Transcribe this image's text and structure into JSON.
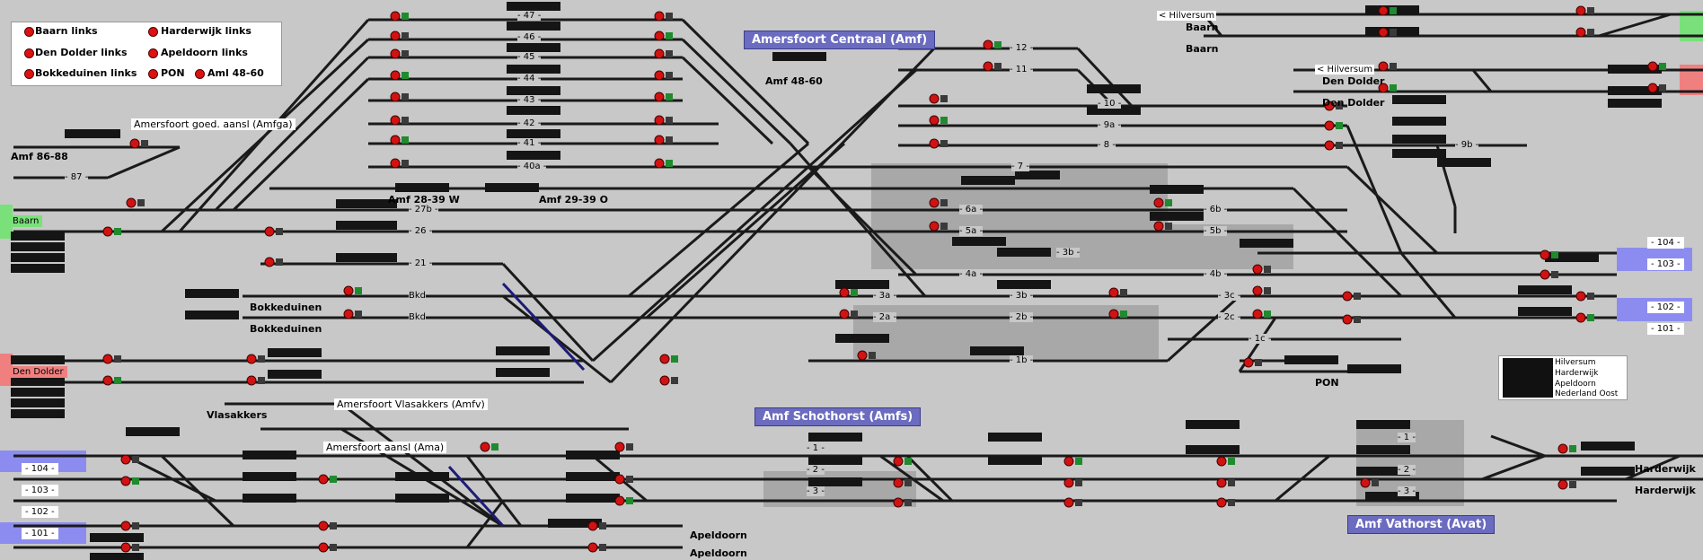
{
  "legend": {
    "items": [
      {
        "label": "Baarn links"
      },
      {
        "label": "Harderwijk links"
      },
      {
        "label": "Den Dolder links"
      },
      {
        "label": "Apeldoorn links"
      },
      {
        "label": "Bokkeduinen links"
      },
      {
        "label": "PON"
      },
      {
        "label": "Aml 48-60"
      }
    ]
  },
  "stations": {
    "amf": "Amersfoort Centraal (Amf)",
    "amfs": "Amf Schothorst (Amfs)",
    "avat": "Amf Vathorst (Avat)"
  },
  "yard_labels": {
    "amfga": "Amersfoort goed. aansl (Amfga)",
    "amfv": "Amersfoort Vlasakkers (Amfv)",
    "ama": "Amersfoort aansl (Ama)"
  },
  "locations": {
    "amf_86_88": "Amf 86-88",
    "amf_28_39_w": "Amf 28-39 W",
    "amf_29_39_o": "Amf 29-39 O",
    "amf_48_60": "Amf 48-60",
    "bokkeduinen_1": "Bokkeduinen",
    "bokkeduinen_2": "Bokkeduinen",
    "vlasakkers": "Vlasakkers",
    "pon": "PON",
    "baarn_1": "Baarn",
    "baarn_2": "Baarn",
    "den_dolder_1": "Den Dolder",
    "den_dolder_2": "Den Dolder",
    "apeldoorn_1": "Apeldoorn",
    "apeldoorn_2": "Apeldoorn",
    "harderwijk_1": "Harderwijk",
    "harderwijk_2": "Harderwijk",
    "hilversum_1": "< Hilversum",
    "hilversum_2": "< Hilversum"
  },
  "side_entries": {
    "baarn": "Baarn",
    "den_dolder": "Den Dolder",
    "t104": "- 104 -",
    "t103": "- 103 -",
    "t102": "- 102 -",
    "t101": "- 101 -",
    "r104": "- 104 -",
    "r103": "- 103 -",
    "r102": "- 102 -",
    "r101": "- 101 -"
  },
  "track_numbers": {
    "t47": "- 47 -",
    "t46": "- 46 -",
    "t45": "- 45 -",
    "t44": "- 44 -",
    "t43": "- 43 -",
    "t42": "- 42 -",
    "t41": "- 41 -",
    "t40a": "- 40a -",
    "t27b": "- 27b -",
    "t26": "- 26 -",
    "t21": "- 21 -",
    "t87": "- 87 -",
    "t12": "- 12 -",
    "t11": "- 11 -",
    "t10": "- 10 -",
    "t9a": "- 9a -",
    "t8": "- 8 -",
    "t7": "- 7 -",
    "t9b": "- 9b -",
    "t6a": "- 6a -",
    "t6b": "- 6b -",
    "t5a": "- 5a -",
    "t5b": "- 5b -",
    "t3b": "- 3b -",
    "t4a": "- 4a -",
    "t4b": "- 4b -",
    "t3a": "- 3a -",
    "t3b2": "- 3b -",
    "t3c": "- 3c -",
    "t2a": "- 2a -",
    "t2b": "- 2b -",
    "t2c": "- 2c -",
    "t1c": "- 1c -",
    "t1b": "- 1b -",
    "bkd1": "Bkd",
    "bkd2": "Bkd",
    "s1a": "- 1 -",
    "s2a": "- 2 -",
    "s3a": "- 3 -",
    "v1": "- 1 -",
    "v2": "- 2 -",
    "v3": "- 3 -"
  },
  "ops_legend": [
    "Hilversum",
    "Harderwijk",
    "Apeldoorn",
    "Nederland Oost"
  ],
  "colors": {
    "background": "#c8c8c8",
    "track": "#1a1a1a",
    "signal_red": "#d11212",
    "signal_green": "#1f8a2e",
    "station_box": "#6b6bc0",
    "entry_green": "#7ae07a",
    "entry_red": "#f08080",
    "entry_blue": "#8c8cf0",
    "occupied_grey": "#a8a8a8"
  },
  "icons": [
    "signal-red-icon",
    "signal-green-icon",
    "switch-icon",
    "train-number-block-icon"
  ]
}
